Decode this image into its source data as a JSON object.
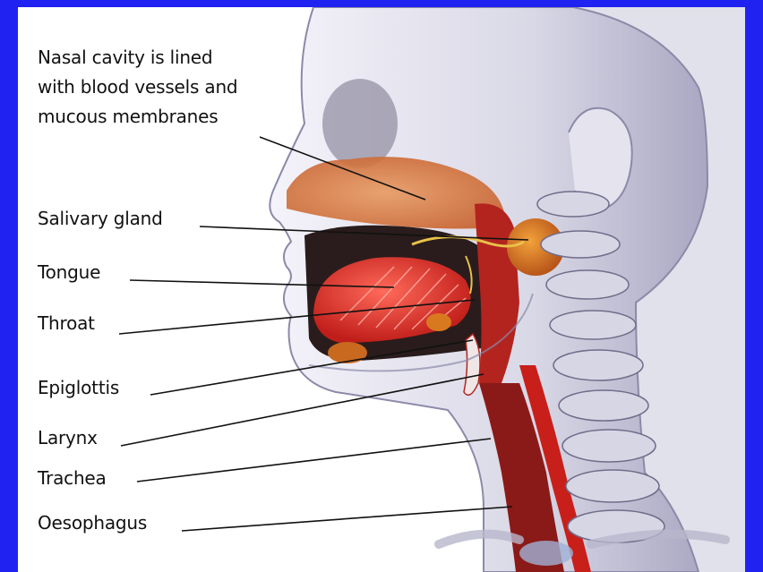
{
  "labels": {
    "nasal_line1": "Nasal cavity is lined",
    "nasal_line2": "with blood vessels and",
    "nasal_line3": "mucous membranes",
    "salivary": "Salivary gland",
    "tongue": "Tongue",
    "throat": "Throat",
    "epiglottis": "Epiglottis",
    "larynx": "Larynx",
    "trachea": "Trachea",
    "oesophagus": "Oesophagus"
  },
  "colors": {
    "frame_border": "#1f22f0",
    "background": "#ffffff",
    "skin_outline": "#8c8aa8",
    "nasal_cavity": "#d9783f",
    "tongue": "#e33a35",
    "salivary_gland": "#d9791f",
    "trachea": "#8a1a18",
    "oesophagus": "#c81f1a",
    "spine": "#6f6c8a",
    "leader_line": "#111111"
  }
}
